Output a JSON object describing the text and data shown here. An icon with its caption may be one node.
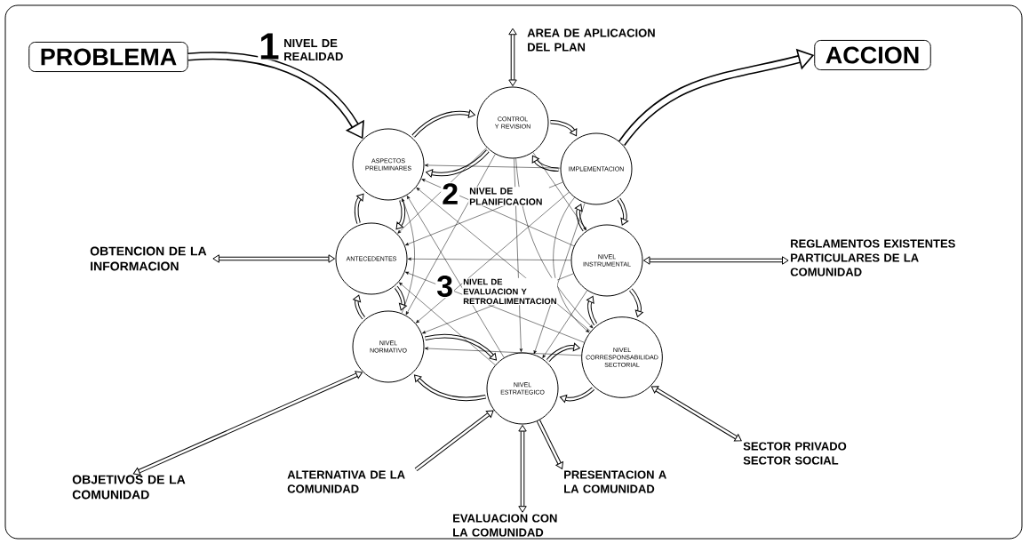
{
  "diagram": {
    "nodes": [
      {
        "text": [
          "PROBLEMA"
        ]
      },
      {
        "text": [
          "AREA DE APLICACION DEL PLAN"
        ]
      },
      {
        "text": [
          "ACCION"
        ]
      },
      {
        "text": [
          "CONTROL Y REVISION"
        ]
      },
      {
        "text": [
          "ASPECTOS PRELIMINARES"
        ]
      },
      {
        "text": [
          "IMPLEMENTACION"
        ]
      },
      {
        "text": [
          "OBTENCION DE LA INFORMACION"
        ]
      },
      {
        "text": [
          "ANTECEDENTES"
        ]
      },
      {
        "text": [
          "NIVEL INSTRUMENTAL"
        ]
      },
      {
        "text": [
          "REGLAMENTOS EXISTENTES PARTICULARES DE LA COMUNIDAD"
        ]
      },
      {
        "text": [
          "NIVEL NORMATIVO"
        ]
      },
      {
        "text": [
          "NIVEL CORRESPONSABILIDAD SECTORIAL"
        ]
      },
      {
        "text": [
          "NIVEL ESTRATEGICO"
        ]
      },
      {
        "text": [
          "OBJETIVOS DE LA COMUNIDAD"
        ]
      },
      {
        "text": [
          "SECTOR PRIVADO SECTOR SOCIAL"
        ]
      },
      {
        "text": [
          "ALTERNATIVA DE LA COMUNIDAD"
        ]
      },
      {
        "text": [
          "PRESENTACION A LA COMUNIDAD"
        ]
      },
      {
        "text": [
          "EVALUACION CON LA COMUNIDAD"
        ]
      }
    ],
    "edges": [
      {
        "from": 0,
        "to": 4,
        "arrow": "to",
        "style": "thick"
      },
      {
        "from": 5,
        "to": 2,
        "arrow": "to",
        "style": "thick"
      },
      {
        "from": 1,
        "to": 3,
        "arrow": "both"
      },
      {
        "from": 6,
        "to": 7,
        "arrow": "both"
      },
      {
        "from": 8,
        "to": 9,
        "arrow": "both"
      },
      {
        "from": 13,
        "to": 10,
        "arrow": "both"
      },
      {
        "from": 14,
        "to": 11,
        "arrow": "both"
      },
      {
        "from": 15,
        "to": 12,
        "arrow": "to"
      },
      {
        "from": 12,
        "to": 17,
        "arrow": "both"
      },
      {
        "from": 12,
        "to": 16,
        "arrow": "to"
      },
      {
        "from": 3,
        "to": 5,
        "arrow": "to"
      },
      {
        "from": 5,
        "to": 3,
        "arrow": "to"
      },
      {
        "from": 5,
        "to": 8,
        "arrow": "to"
      },
      {
        "from": 8,
        "to": 5,
        "arrow": "to"
      },
      {
        "from": 8,
        "to": 11,
        "arrow": "to"
      },
      {
        "from": 11,
        "to": 8,
        "arrow": "to"
      },
      {
        "from": 11,
        "to": 12,
        "arrow": "to"
      },
      {
        "from": 12,
        "to": 11,
        "arrow": "to"
      },
      {
        "from": 12,
        "to": 10,
        "arrow": "to"
      },
      {
        "from": 10,
        "to": 12,
        "arrow": "to"
      },
      {
        "from": 10,
        "to": 7,
        "arrow": "to"
      },
      {
        "from": 7,
        "to": 10,
        "arrow": "to"
      },
      {
        "from": 7,
        "to": 4,
        "arrow": "to"
      },
      {
        "from": 4,
        "to": 7,
        "arrow": "to"
      },
      {
        "from": 4,
        "to": 3,
        "arrow": "to"
      },
      {
        "from": 3,
        "to": 4,
        "arrow": "to"
      },
      {
        "from": 3,
        "to": 8,
        "arrow": "to"
      },
      {
        "from": 3,
        "to": 11,
        "arrow": "to"
      },
      {
        "from": 3,
        "to": 12,
        "arrow": "to"
      },
      {
        "from": 3,
        "to": 10,
        "arrow": "to"
      },
      {
        "from": 3,
        "to": 7,
        "arrow": "to"
      },
      {
        "from": 5,
        "to": 11,
        "arrow": "to"
      },
      {
        "from": 5,
        "to": 12,
        "arrow": "to"
      },
      {
        "from": 5,
        "to": 10,
        "arrow": "to"
      },
      {
        "from": 5,
        "to": 7,
        "arrow": "to"
      },
      {
        "from": 5,
        "to": 4,
        "arrow": "to"
      },
      {
        "from": 8,
        "to": 12,
        "arrow": "to"
      },
      {
        "from": 8,
        "to": 10,
        "arrow": "to"
      },
      {
        "from": 8,
        "to": 7,
        "arrow": "to"
      },
      {
        "from": 8,
        "to": 4,
        "arrow": "to"
      },
      {
        "from": 11,
        "to": 10,
        "arrow": "to"
      },
      {
        "from": 11,
        "to": 7,
        "arrow": "to"
      },
      {
        "from": 11,
        "to": 4,
        "arrow": "to"
      },
      {
        "from": 12,
        "to": 7,
        "arrow": "to"
      },
      {
        "from": 12,
        "to": 4,
        "arrow": "to"
      },
      {
        "from": 10,
        "to": 4,
        "arrow": "to"
      }
    ],
    "labels": [
      "1",
      "NIVEL DE REALIDAD",
      "2",
      "NIVEL DE PLANIFICACION",
      "3",
      "NIVEL DE EVALUACION Y RETROALIMENTACION"
    ]
  }
}
